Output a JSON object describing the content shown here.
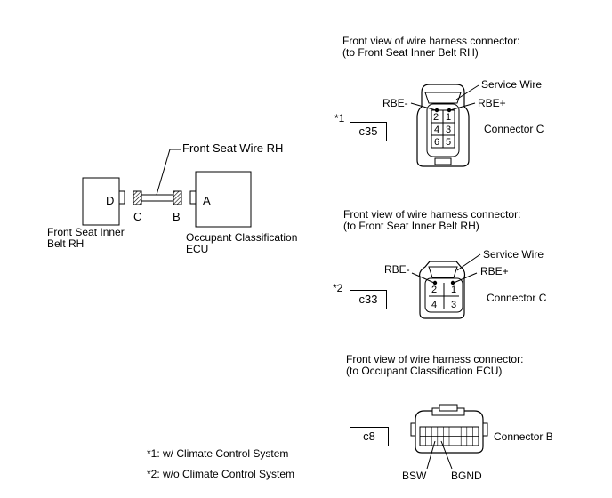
{
  "left": {
    "front_seat_wire": "Front Seat Wire RH",
    "belt_label_line1": "Front Seat Inner",
    "belt_label_line2": "Belt RH",
    "ecu_label_line1": "Occupant Classification",
    "ecu_label_line2": "ECU",
    "pin_d": "D",
    "pin_c": "C",
    "pin_b": "B",
    "pin_a": "A"
  },
  "conn1": {
    "title1": "Front view of wire harness connector:",
    "title2": "(to Front Seat Inner Belt RH)",
    "service_wire": "Service Wire",
    "rbe_minus": "RBE-",
    "rbe_plus": "RBE+",
    "note_marker": "*1",
    "code": "c35",
    "connector": "Connector C",
    "pins": [
      "2",
      "1",
      "4",
      "3",
      "6",
      "5"
    ]
  },
  "conn2": {
    "title1": "Front view of wire harness connector:",
    "title2": "(to Front Seat Inner Belt RH)",
    "service_wire": "Service Wire",
    "rbe_minus": "RBE-",
    "rbe_plus": "RBE+",
    "note_marker": "*2",
    "code": "c33",
    "connector": "Connector C",
    "pins": [
      "2",
      "1",
      "4",
      "3"
    ]
  },
  "conn3": {
    "title1": "Front view of wire harness connector:",
    "title2": "(to Occupant Classification ECU)",
    "code": "c8",
    "connector": "Connector B",
    "bsw": "BSW",
    "bgnd": "BGND"
  },
  "notes": {
    "n1": "*1: w/ Climate Control System",
    "n2": "*2: w/o Climate Control System"
  }
}
